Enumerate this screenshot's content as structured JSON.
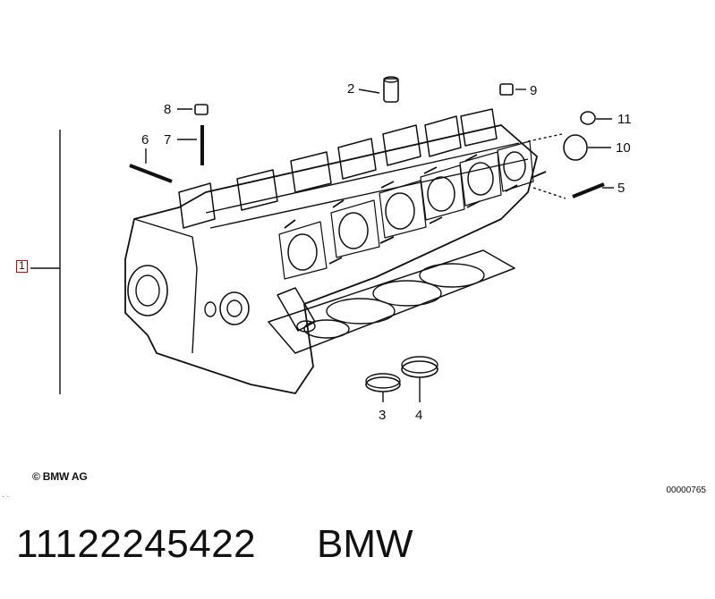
{
  "diagram": {
    "callouts": {
      "c1": "1",
      "c2": "2",
      "c3": "3",
      "c4": "4",
      "c5": "5",
      "c6": "6",
      "c7": "7",
      "c8": "8",
      "c9": "9",
      "c10": "10",
      "c11": "11"
    },
    "copyright": "© BMW AG",
    "figure_id": "00000765"
  },
  "caption": {
    "part_number": "11122245422",
    "brand": "BMW"
  }
}
